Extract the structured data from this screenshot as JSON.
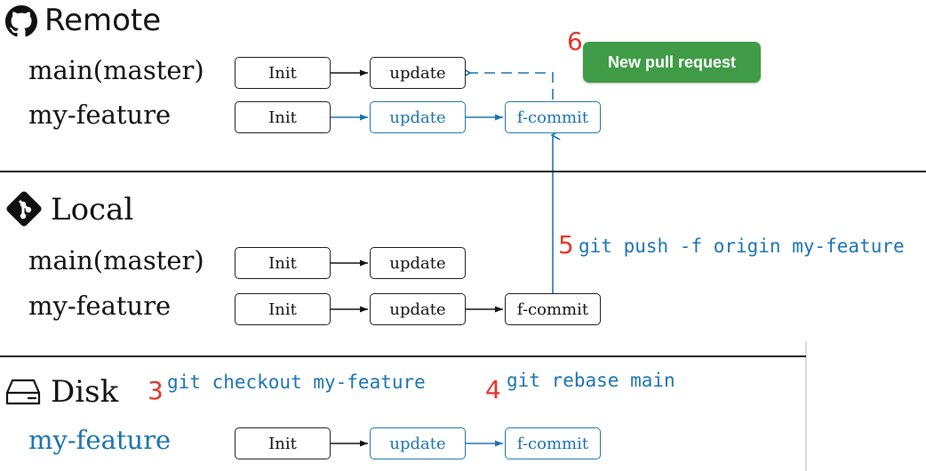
{
  "remote": {
    "title": "Remote",
    "icon": "github-icon",
    "branches": {
      "main": {
        "label": "main(master)",
        "nodes": [
          "Init",
          "update"
        ]
      },
      "feature": {
        "label": "my-feature",
        "nodes": [
          "Init",
          "update",
          "f-commit"
        ]
      }
    },
    "pull_request_button": "New pull request",
    "pull_request_step": "6"
  },
  "local": {
    "title": "Local",
    "icon": "git-icon",
    "branches": {
      "main": {
        "label": "main(master)",
        "nodes": [
          "Init",
          "update"
        ]
      },
      "feature": {
        "label": "my-feature",
        "nodes": [
          "Init",
          "update",
          "f-commit"
        ]
      }
    },
    "push": {
      "step": "5",
      "command": "git push -f origin my-feature"
    }
  },
  "disk": {
    "title": "Disk",
    "icon": "hard-drive-icon",
    "checkout": {
      "step": "3",
      "command": "git checkout my-feature"
    },
    "rebase": {
      "step": "4",
      "command": "git rebase main"
    },
    "branch": {
      "label": "my-feature",
      "nodes": [
        "Init",
        "update",
        "f-commit"
      ]
    }
  },
  "colors": {
    "accent_blue": "#1a73b0",
    "step_red": "#e0342c",
    "button_green": "#3f9b45",
    "line_dark": "#222222"
  }
}
